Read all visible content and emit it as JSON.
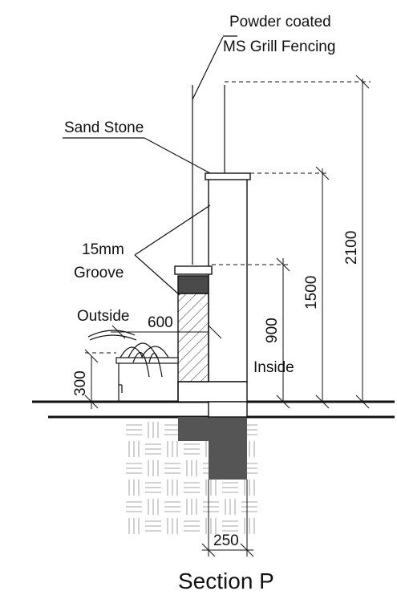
{
  "labels": {
    "powder_coated_line1": "Powder coated",
    "powder_coated_line2": "MS Grill Fencing",
    "sand_stone": "Sand Stone",
    "groove_line1": "15mm",
    "groove_line2": "Groove",
    "outside": "Outside",
    "inside": "Inside"
  },
  "dimensions": {
    "d2100": "2100",
    "d1500": "1500",
    "d900": "900",
    "d600": "600",
    "d300": "300",
    "d250": "250"
  },
  "title": "Section P",
  "colors": {
    "line": "#111111",
    "dark_fill": "#4a4a4a",
    "footing_fill": "#555555"
  }
}
